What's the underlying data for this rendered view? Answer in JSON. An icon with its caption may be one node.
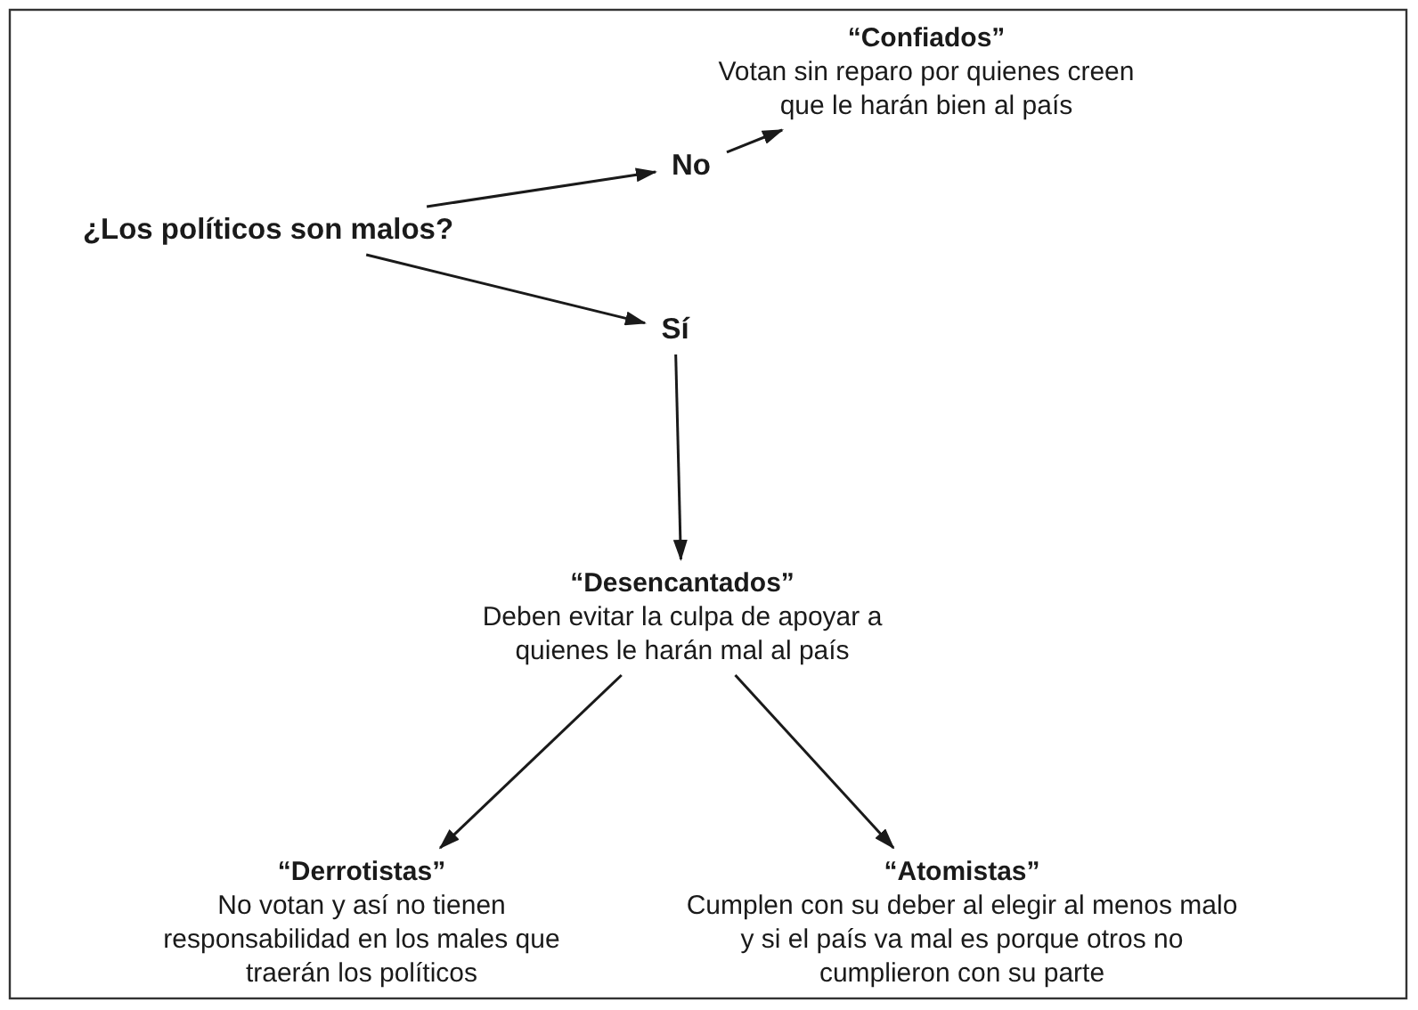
{
  "diagram": {
    "nodes": [
      {
        "text": [
          "¿Los políticos son malos?"
        ]
      },
      {
        "text": [
          "No"
        ]
      },
      {
        "text": [
          "Sí"
        ]
      },
      {
        "text": [
          "“Confiados”",
          "Votan sin reparo por quienes creen que le harán bien al país"
        ]
      },
      {
        "text": [
          "“Desencantados”",
          "Deben evitar la culpa de apoyar a quienes le harán mal al país"
        ]
      },
      {
        "text": [
          "“Derrotistas”",
          "No votan y así no tienen responsabilidad en los males que traerán los políticos"
        ]
      },
      {
        "text": [
          "“Atomistas”",
          "Cumplen con su deber al elegir al menos malo y si el país va mal es porque otros no cumplieron con su parte"
        ]
      }
    ],
    "edges": [
      {
        "from": 0,
        "to": 1,
        "arrow": "to"
      },
      {
        "from": 0,
        "to": 2,
        "arrow": "to"
      },
      {
        "from": 1,
        "to": 3,
        "arrow": "to"
      },
      {
        "from": 2,
        "to": 4,
        "arrow": "to"
      },
      {
        "from": 4,
        "to": 5,
        "arrow": "to"
      },
      {
        "from": 4,
        "to": 6,
        "arrow": "to"
      }
    ]
  }
}
